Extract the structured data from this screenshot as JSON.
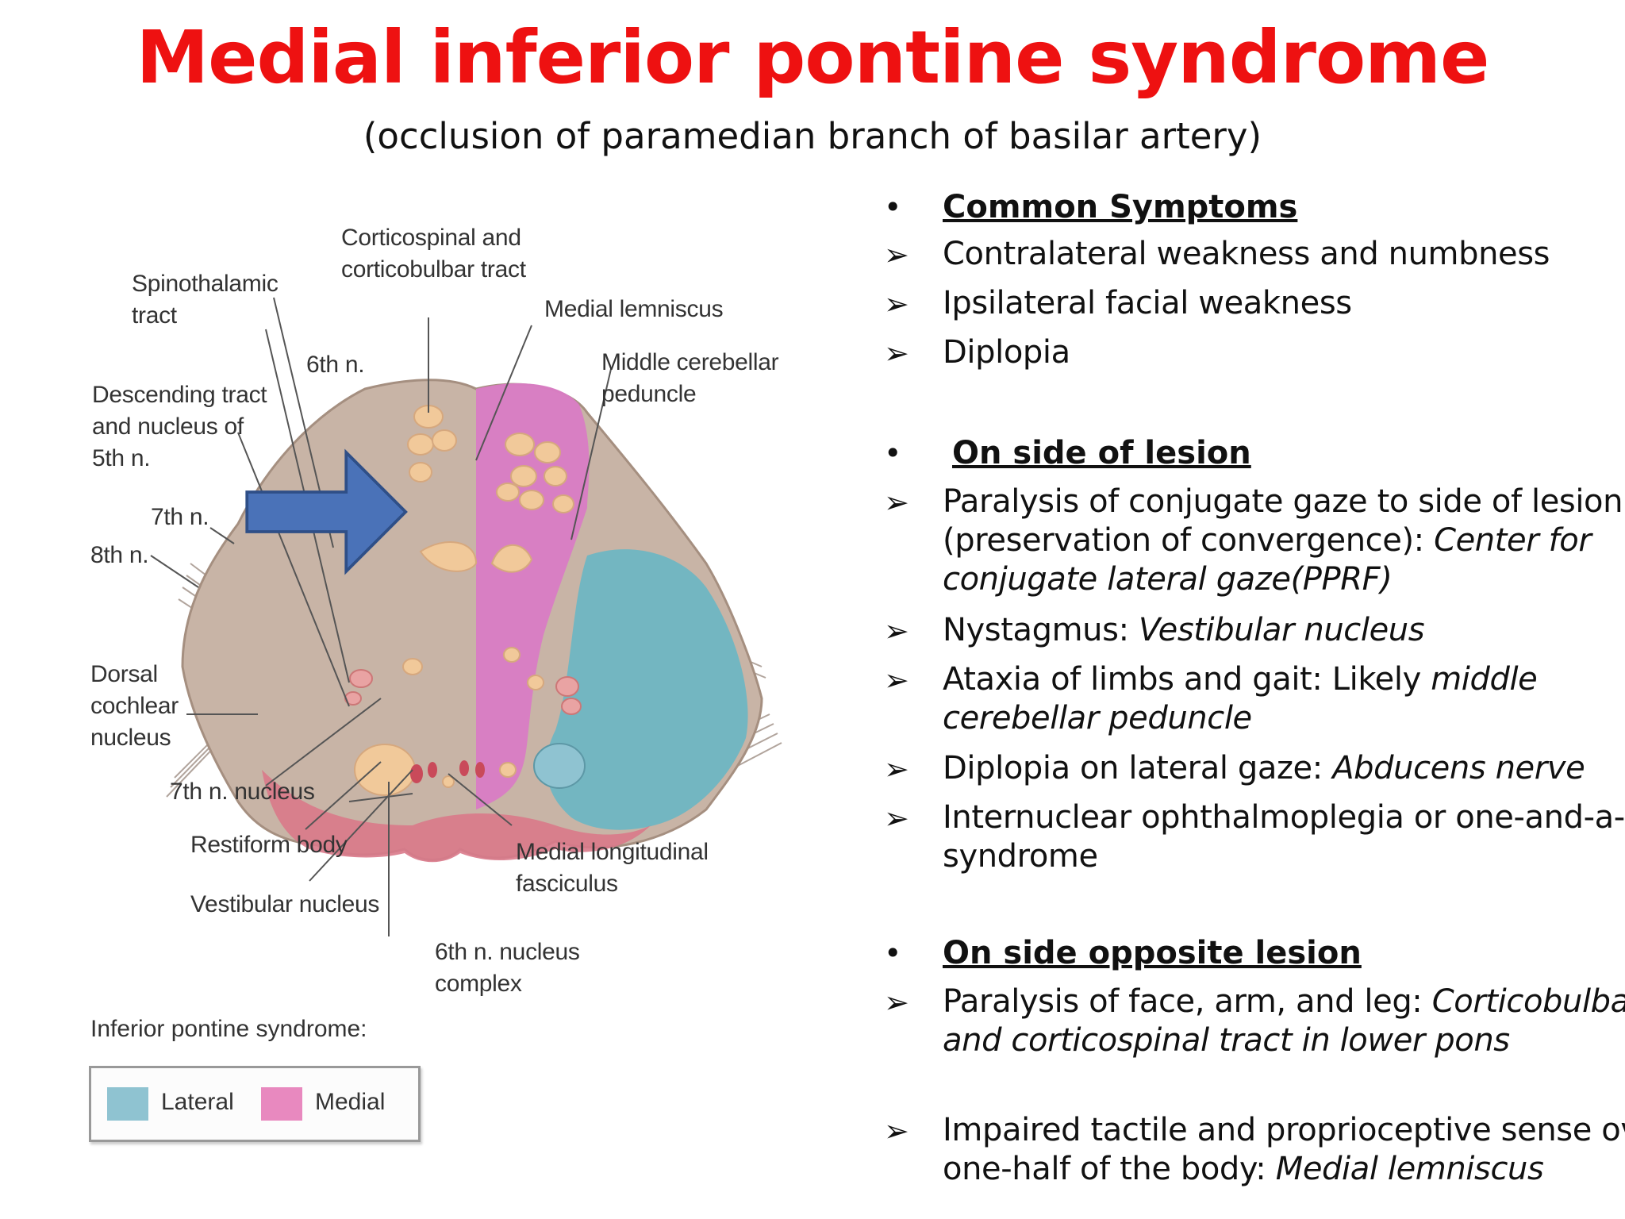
{
  "title": "Medial inferior pontine syndrome",
  "subtitle": "(occlusion of paramedian branch of basilar artery)",
  "figure": {
    "labels": {
      "corticospinal": "Corticospinal and\ncorticobulbar tract",
      "spinothalamic": "Spinothalamic\ntract",
      "medial_lemniscus": "Medial lemniscus",
      "sixth_n": "6th n.",
      "middle_cerebellar": "Middle cerebellar\npeduncle",
      "descending_tract": "Descending tract\nand nucleus of\n5th n.",
      "seventh_n": "7th n.",
      "eighth_n": "8th n.",
      "dorsal_cochlear": "Dorsal\ncochlear\nnucleus",
      "seventh_nucleus": "7th n. nucleus",
      "restiform": "Restiform body",
      "vestibular": "Vestibular nucleus",
      "mlf": "Medial longitudinal\nfasciculus",
      "sixth_nucleus": "6th n. nucleus\ncomplex"
    },
    "legend_title": "Inferior pontine syndrome:",
    "legend": [
      {
        "label": "Lateral",
        "color": "#8fc3d1"
      },
      {
        "label": "Medial",
        "color": "#e889bf"
      }
    ],
    "colors": {
      "pons": "#c8b4a6",
      "medial": "#d97cc4",
      "lateral": "#6fb6c2",
      "arrow": "#4a72b8",
      "nuclei": "#f1c99a"
    }
  },
  "sections": [
    {
      "heading": "Common Symptoms",
      "items": [
        {
          "text": "Contralateral weakness and numbness",
          "italic": ""
        },
        {
          "text": "Ipsilateral facial weakness",
          "italic": ""
        },
        {
          "text": "Diplopia",
          "italic": ""
        }
      ]
    },
    {
      "heading": "On side of lesion",
      "items": [
        {
          "text": "Paralysis of conjugate gaze to side of lesion (preservation of convergence):",
          "italic": "Center for conjugate lateral gaze(PPRF)"
        },
        {
          "text": "Nystagmus:",
          "italic": "Vestibular nucleus"
        },
        {
          "text": "Ataxia of limbs and gait: Likely",
          "italic": "middle cerebellar peduncle"
        },
        {
          "text": "Diplopia on lateral gaze:",
          "italic": "Abducens nerve"
        },
        {
          "text": "Internuclear ophthalmoplegia or one-and-a-half syndrome",
          "italic": ""
        }
      ]
    },
    {
      "heading": "On side opposite lesion",
      "items": [
        {
          "text": "Paralysis of face, arm, and leg:",
          "italic": "Corticobulbar and corticospinal tract in lower pons"
        },
        {
          "text": "Impaired tactile and proprioceptive sense over one-half of the body:",
          "italic": "Medial lemniscus"
        }
      ]
    }
  ],
  "bullet_glyph": "•",
  "arrow_glyph": "➢"
}
